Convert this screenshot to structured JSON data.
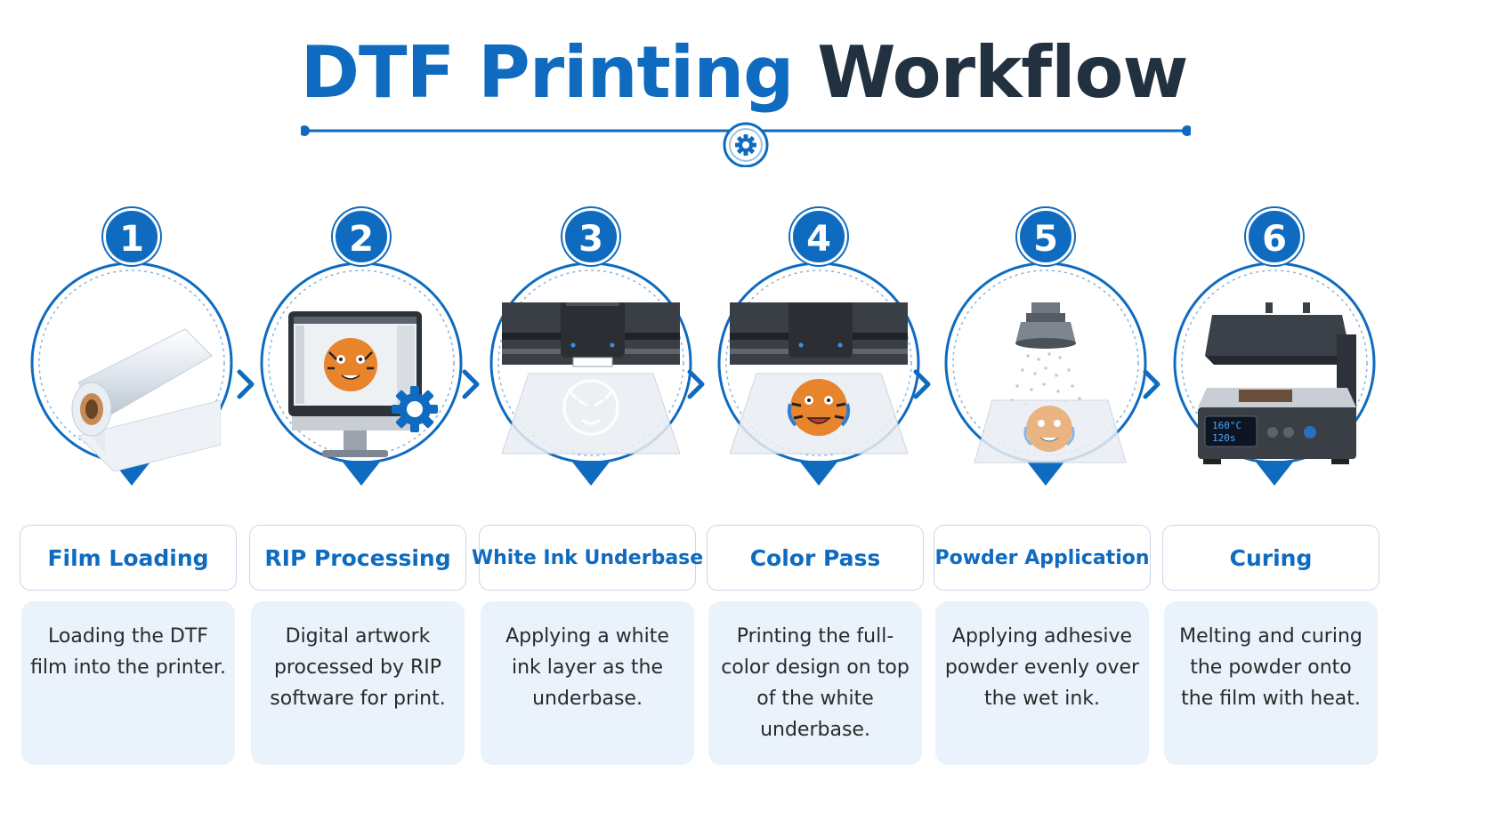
{
  "title": {
    "part1": "DTF Printing",
    "part2": "Workflow"
  },
  "colors": {
    "accent": "#0e6bbf",
    "dark": "#22313f",
    "panel": "#eaf2fb"
  },
  "steps": [
    {
      "number": "1",
      "label": "Film Loading",
      "description": "Loading the DTF film into the printer.",
      "icon": "film-roll-icon"
    },
    {
      "number": "2",
      "label": "RIP Processing",
      "description": "Digital artwork processed by RIP software for print.",
      "icon": "computer-rip-icon"
    },
    {
      "number": "3",
      "label": "White Ink Underbase",
      "description": "Applying a white ink layer as the underbase.",
      "icon": "white-ink-printhead-icon"
    },
    {
      "number": "4",
      "label": "Color Pass",
      "description": "Printing the full-color design on top of the white underbase.",
      "icon": "color-printhead-icon"
    },
    {
      "number": "5",
      "label": "Powder Application",
      "description": "Applying adhesive powder evenly over the wet ink.",
      "icon": "powder-shaker-icon"
    },
    {
      "number": "6",
      "label": "Curing",
      "description": "Melting and curing the powder onto the film with heat.",
      "icon": "heat-press-icon"
    }
  ],
  "heat_press_display": {
    "temp": "160°C",
    "time": "120s"
  }
}
